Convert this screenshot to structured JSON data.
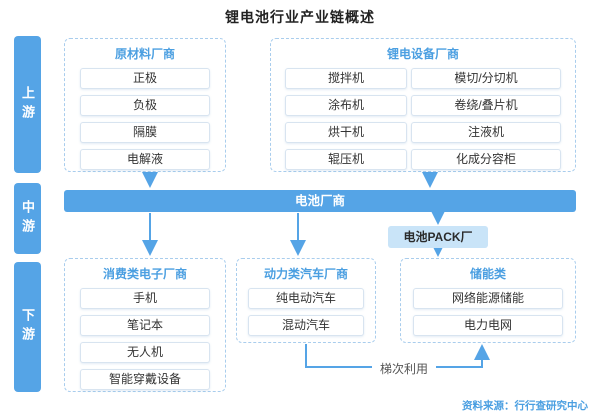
{
  "title": "锂电池行业产业链概述",
  "side_labels": {
    "upstream": "上游",
    "midstream": "中游",
    "downstream": "下游"
  },
  "upstream": {
    "raw_materials": {
      "title": "原材料厂商",
      "items": [
        "正极",
        "负极",
        "隔膜",
        "电解液"
      ]
    },
    "equipment": {
      "title": "锂电设备厂商",
      "col1": [
        "搅拌机",
        "涂布机",
        "烘干机",
        "辊压机"
      ],
      "col2": [
        "模切/分切机",
        "卷绕/叠片机",
        "注液机",
        "化成分容柜"
      ]
    }
  },
  "midstream": {
    "battery_label": "电池厂商",
    "pack_label": "电池PACK厂"
  },
  "downstream": {
    "consumer": {
      "title": "消费类电子厂商",
      "items": [
        "手机",
        "笔记本",
        "无人机",
        "智能穿戴设备"
      ]
    },
    "vehicle": {
      "title": "动力类汽车厂商",
      "items": [
        "纯电动汽车",
        "混动汽车"
      ]
    },
    "storage": {
      "title": "储能类",
      "items": [
        "网络能源储能",
        "电力电网"
      ]
    }
  },
  "annotations": {
    "cascade": "梯次利用",
    "source": "资料来源：行行查研究中心"
  },
  "colors": {
    "accent": "#55A4E6",
    "pack_bg": "#C9E4F8",
    "header_text": "#4B9FE1",
    "dashed_border": "#A9CDED"
  }
}
